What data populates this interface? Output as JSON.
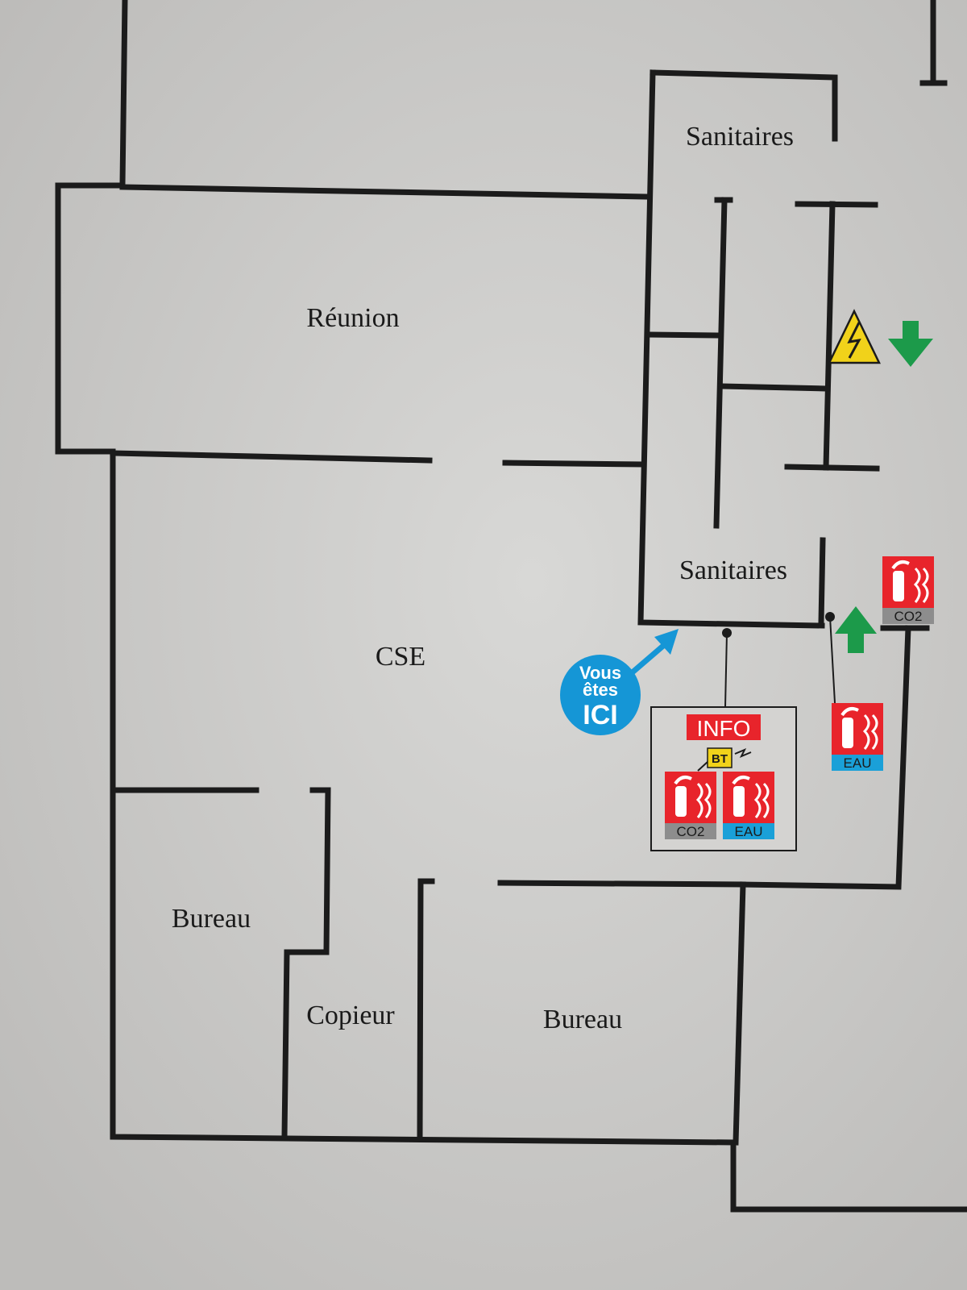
{
  "rooms": {
    "sanitaires_top": "Sanitaires",
    "reunion": "Réunion",
    "sanitaires_bottom": "Sanitaires",
    "cse": "CSE",
    "bureau_left": "Bureau",
    "copieur": "Copieur",
    "bureau_right": "Bureau"
  },
  "you_are_here": {
    "line1": "Vous",
    "line2": "êtes",
    "line3": "ICI",
    "color": "#1596d6"
  },
  "info_box": {
    "title": "INFO",
    "bt": "BT",
    "extinguisher_co2": "CO2",
    "extinguisher_eau": "EAU"
  },
  "extinguishers": {
    "right_co2": "CO2",
    "right_eau": "EAU"
  },
  "colors": {
    "fire_red": "#e8242b",
    "exit_green": "#1c9a4a",
    "water_blue": "#1aa0d8",
    "warning_yellow": "#f1d21a"
  },
  "icons": [
    "electrical-hazard-icon",
    "exit-arrow-down-icon",
    "exit-arrow-up-icon",
    "fire-extinguisher-icon"
  ]
}
